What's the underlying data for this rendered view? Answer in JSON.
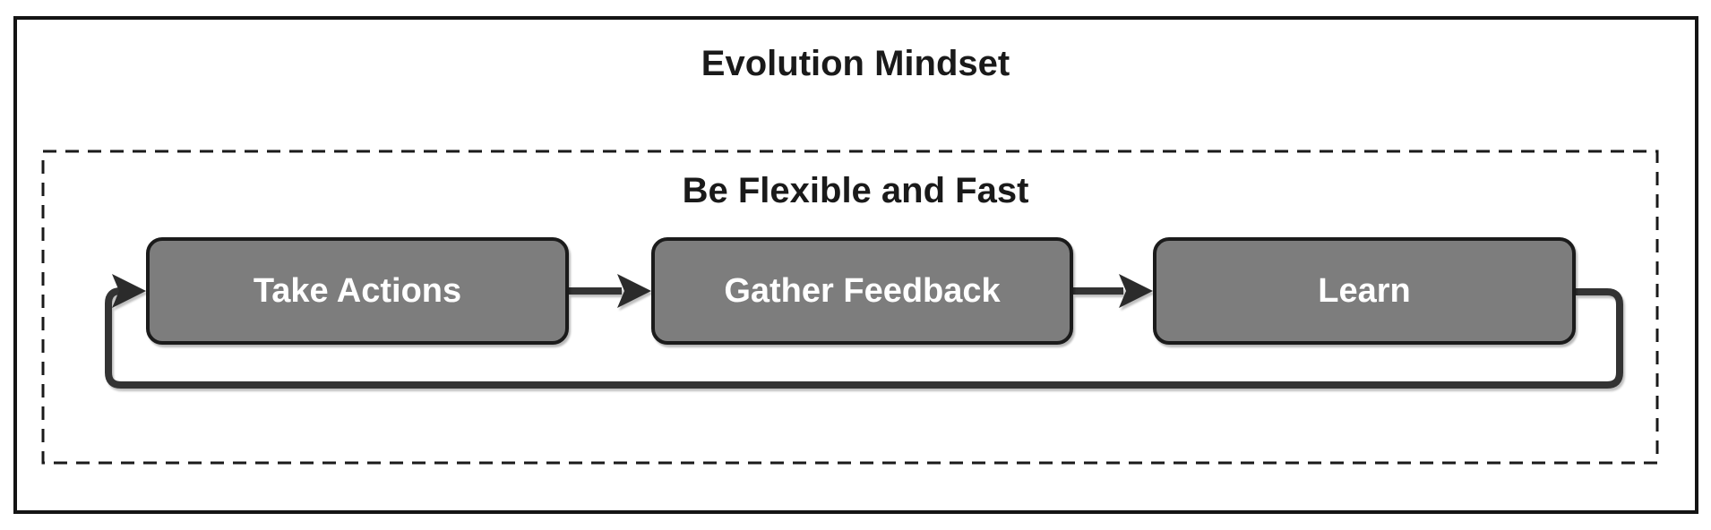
{
  "diagram": {
    "type": "flowchart",
    "title": "Evolution Mindset",
    "subgraph": {
      "title": "Be Flexible and Fast"
    },
    "nodes": [
      {
        "id": "take_actions",
        "label": "Take Actions"
      },
      {
        "id": "gather_feedback",
        "label": "Gather Feedback"
      },
      {
        "id": "learn",
        "label": "Learn"
      }
    ],
    "edges": [
      {
        "from": "take_actions",
        "to": "gather_feedback",
        "kind": "forward"
      },
      {
        "from": "gather_feedback",
        "to": "learn",
        "kind": "forward"
      },
      {
        "from": "learn",
        "to": "take_actions",
        "kind": "loop-back"
      }
    ],
    "colors": {
      "background": "#ffffff",
      "node_fill": "#7d7d7d",
      "node_border": "#1b1b1b",
      "node_text": "#ffffff",
      "edge": "#333333",
      "arrowhead": "#2b2b2b",
      "container_border": "#141414",
      "dashed_border": "#1a1a1a",
      "title_text": "#1a1a1a"
    }
  }
}
